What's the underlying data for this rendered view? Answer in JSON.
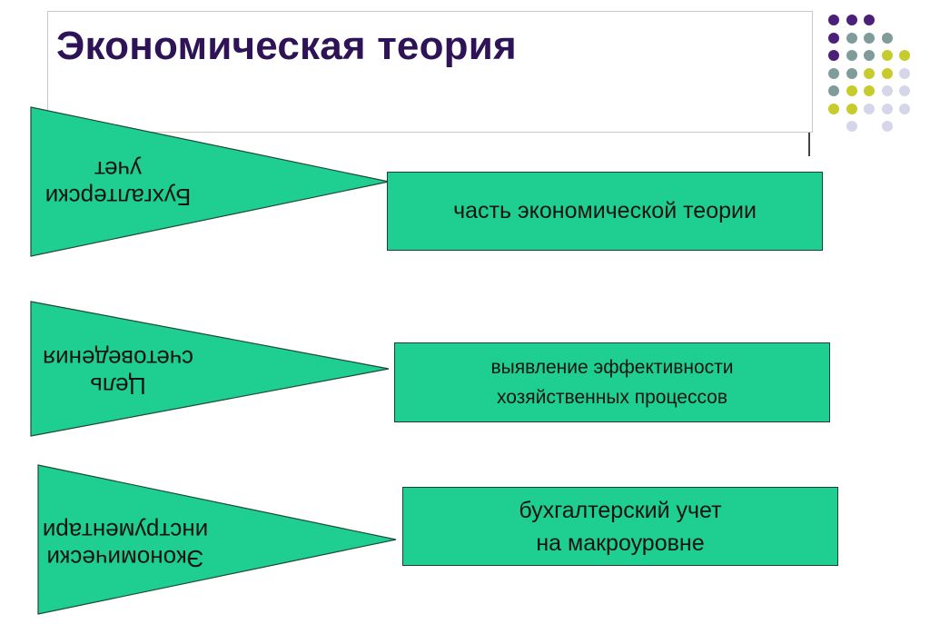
{
  "title": "Экономическая теория",
  "rows": [
    {
      "label_lines": [
        "Бухгалтерски",
        "учет"
      ],
      "box_lines": [
        "часть экономической теории"
      ]
    },
    {
      "label_lines": [
        "Цель",
        "счетоведения"
      ],
      "box_lines": [
        "выявление эффективности",
        "хозяйственных процессов"
      ]
    },
    {
      "label_lines": [
        "Экономически",
        "инструментари"
      ],
      "box_lines": [
        "бухгалтерский учет",
        "на макроуровне"
      ]
    }
  ],
  "colors": {
    "shape_fill": "#1fcf92",
    "title_text": "#2e1457",
    "dot_purple": "#4a2078",
    "dot_teal": "#7f9c9a",
    "dot_yellow": "#c6cc2c",
    "dot_lavender": "#d6d6ea"
  },
  "decor_dots": [
    [
      "purple",
      "purple",
      "purple",
      ""
    ],
    [
      "purple",
      "teal",
      "teal",
      "teal"
    ],
    [
      "purple",
      "teal",
      "teal",
      "yellow",
      "yellow"
    ],
    [
      "teal",
      "teal",
      "yellow",
      "yellow",
      "lavender"
    ],
    [
      "teal",
      "yellow",
      "yellow",
      "lavender",
      "lavender"
    ],
    [
      "yellow",
      "yellow",
      "lavender",
      "lavender",
      "lavender"
    ],
    [
      "",
      "lavender",
      "",
      "lavender",
      ""
    ]
  ]
}
